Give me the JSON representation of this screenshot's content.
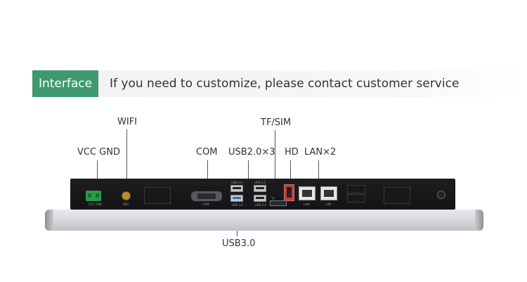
{
  "banner": {
    "badge": "Interface",
    "text": "If you need to customize, please contact customer service",
    "badge_color": "#3e9a6e"
  },
  "callouts": {
    "wifi": "WIFI",
    "vcc_gnd": "VCC GND",
    "com": "COM",
    "usb20": "USB2.0×3",
    "tfsim": "TF/SIM",
    "hd": "HD",
    "lan": "LAN×2",
    "usb30": "USB3.0"
  },
  "port_labels": {
    "vcc_gnd": "VCC GND",
    "wifi": "WiFi",
    "com": "COM",
    "usb_top": "USB 2.0",
    "usb_mid": "USB 2.0",
    "usb_low": "USB 3.0",
    "usb_low2": "USB 2.0",
    "tf": "TF",
    "lan1": "LAN",
    "lan2": "LAN"
  }
}
